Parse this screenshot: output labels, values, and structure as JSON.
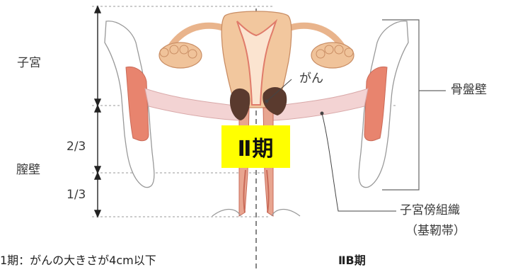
{
  "labels": {
    "uterus": "子宮",
    "two_thirds": "2/3",
    "vaginal_wall": "膣壁",
    "one_third": "1/3",
    "cancer": "がん",
    "pelvic_wall": "骨盤壁",
    "parametrium": "子宮傍組織",
    "cardinal_ligament": "（基靭帯）"
  },
  "stage_badge": "Ⅱ期",
  "captions": {
    "left": "1期：がんの大きさが4cm以下",
    "right": "ⅡB期"
  },
  "colors": {
    "uterus_fill": "#f2c79e",
    "uterus_inner": "#e07b6a",
    "tumor": "#5a3a2e",
    "ligament": "#f3d3d3",
    "muscle": "#e8846e",
    "badge": "#ffff00"
  }
}
